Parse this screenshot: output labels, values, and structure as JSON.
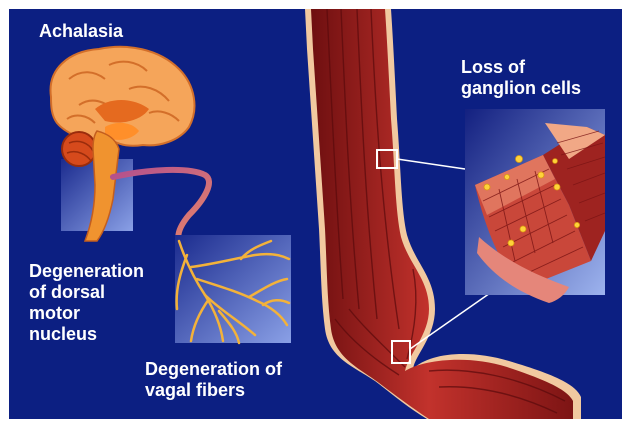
{
  "labels": {
    "title": "Achalasia",
    "ganglion_loss": [
      "Loss of",
      "ganglion cells"
    ],
    "dorsal_motor": [
      "Degeneration",
      "of dorsal",
      "motor",
      "nucleus"
    ],
    "vagal_fibers": [
      "Degeneration of",
      "vagal fibers"
    ]
  },
  "colors": {
    "background": "#0c1f82",
    "brain": "#f5a55a",
    "brain_dark": "#e0732a",
    "esophagus": "#a8211f",
    "esophagus_dark": "#6e0f10",
    "esophagus_edge": "#f1c9a0",
    "nerve": "#f3b23a",
    "ganglion": "#ffd23a",
    "label_text": "#ffffff"
  }
}
